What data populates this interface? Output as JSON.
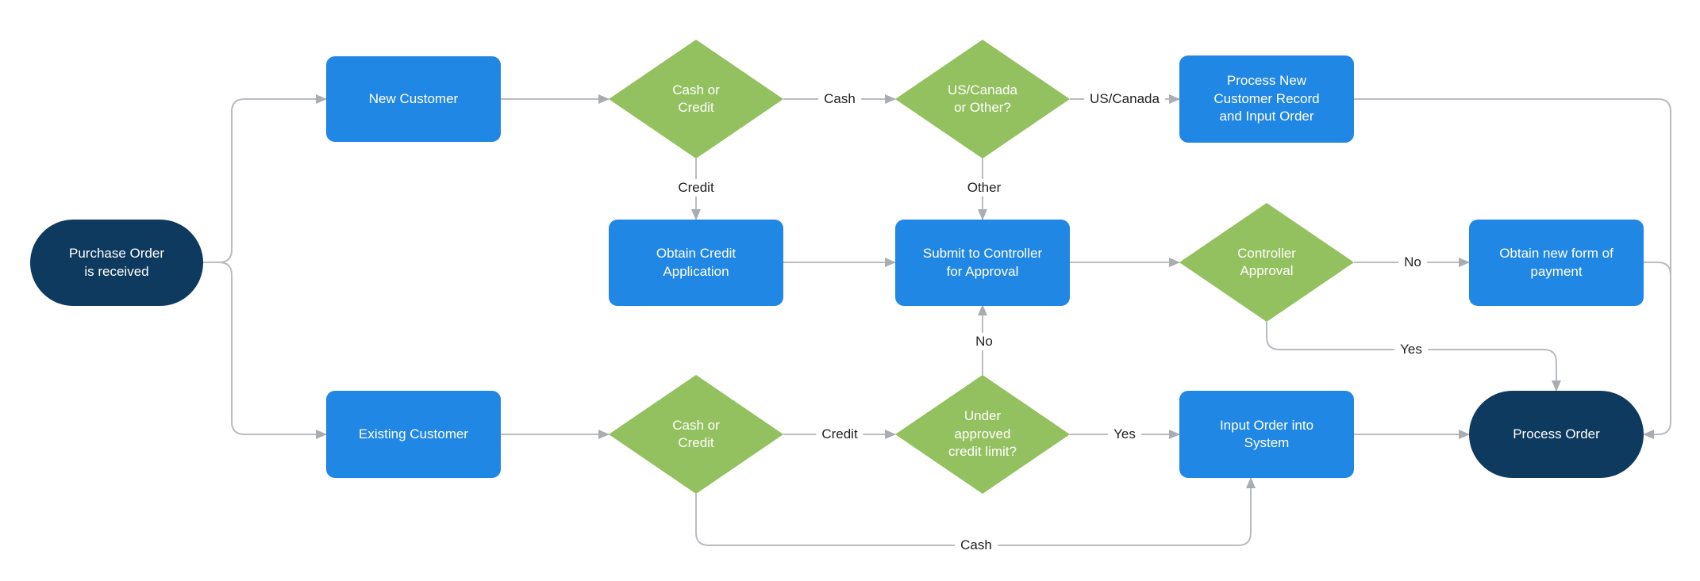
{
  "colors": {
    "process_blue": "#2187e4",
    "decision_green": "#93c15f",
    "terminal_navy": "#0d3a5e",
    "connector_gray": "#b9bcc0",
    "arrow_gray": "#a9adb2",
    "label_text": "#222222"
  },
  "nodes": {
    "start": {
      "label": "Purchase Order\nis received",
      "type": "terminator"
    },
    "new_customer": {
      "label": "New Customer",
      "type": "process"
    },
    "existing_customer": {
      "label": "Existing Customer",
      "type": "process"
    },
    "cash_or_credit_top": {
      "label": "Cash or\nCredit",
      "type": "decision"
    },
    "us_canada_or_other": {
      "label": "US/Canada\nor Other?",
      "type": "decision"
    },
    "process_new_customer_record": {
      "label": "Process New\nCustomer Record\nand Input Order",
      "type": "process"
    },
    "obtain_credit_application": {
      "label": "Obtain Credit\nApplication",
      "type": "process"
    },
    "submit_to_controller": {
      "label": "Submit to Controller\nfor Approval",
      "type": "process"
    },
    "controller_approval": {
      "label": "Controller\nApproval",
      "type": "decision"
    },
    "obtain_new_form_of_payment": {
      "label": "Obtain new form of\npayment",
      "type": "process"
    },
    "cash_or_credit_bottom": {
      "label": "Cash or\nCredit",
      "type": "decision"
    },
    "under_approved_credit_limit": {
      "label": "Under\napproved\ncredit limit?",
      "type": "decision"
    },
    "input_order_into_system": {
      "label": "Input Order into\nSystem",
      "type": "process"
    },
    "process_order": {
      "label": "Process Order",
      "type": "terminator"
    }
  },
  "edge_labels": {
    "cash_top": "Cash",
    "us_canada": "US/Canada",
    "credit_top": "Credit",
    "other": "Other",
    "no_controller": "No",
    "yes_controller": "Yes",
    "credit_bottom": "Credit",
    "yes_limit": "Yes",
    "no_limit": "No",
    "cash_bottom": "Cash"
  }
}
